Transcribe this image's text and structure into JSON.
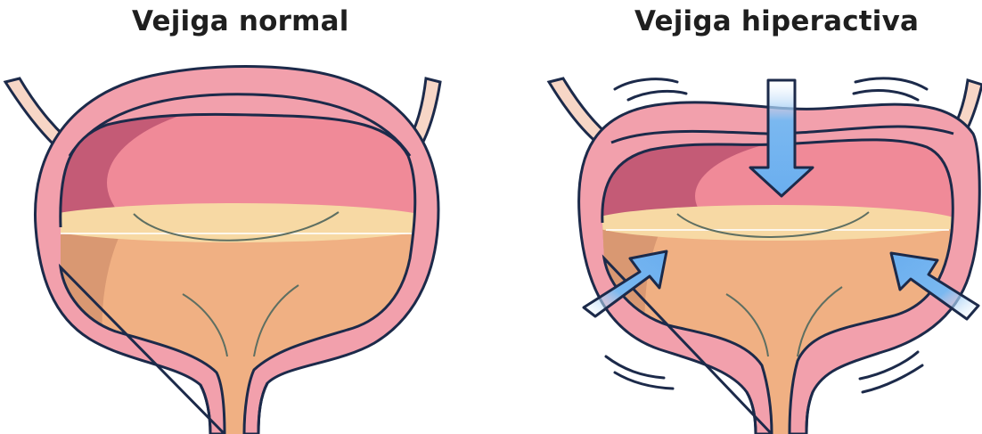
{
  "panels": {
    "left": {
      "title": "Vejiga normal"
    },
    "right": {
      "title": "Vejiga hiperactiva"
    }
  },
  "colors": {
    "outline": "#1c2a4a",
    "wall": "#f2a0ac",
    "wall_light": "#f7c6cc",
    "ureter": "#f7d6c6",
    "lumen_top": "#e9667c",
    "lumen_top_dark": "#c45b76",
    "urine": "#f0b083",
    "urine_dark": "#d99872",
    "urine_surface": "#f7d9a4",
    "arrow": "#7ab8f0",
    "arrow_outline": "#1c2a4a",
    "tremor": "#1c2a4a"
  },
  "arrows": [
    {
      "name": "arrow-top",
      "direction": "down"
    },
    {
      "name": "arrow-left",
      "direction": "up-right"
    },
    {
      "name": "arrow-right",
      "direction": "up-left"
    }
  ]
}
